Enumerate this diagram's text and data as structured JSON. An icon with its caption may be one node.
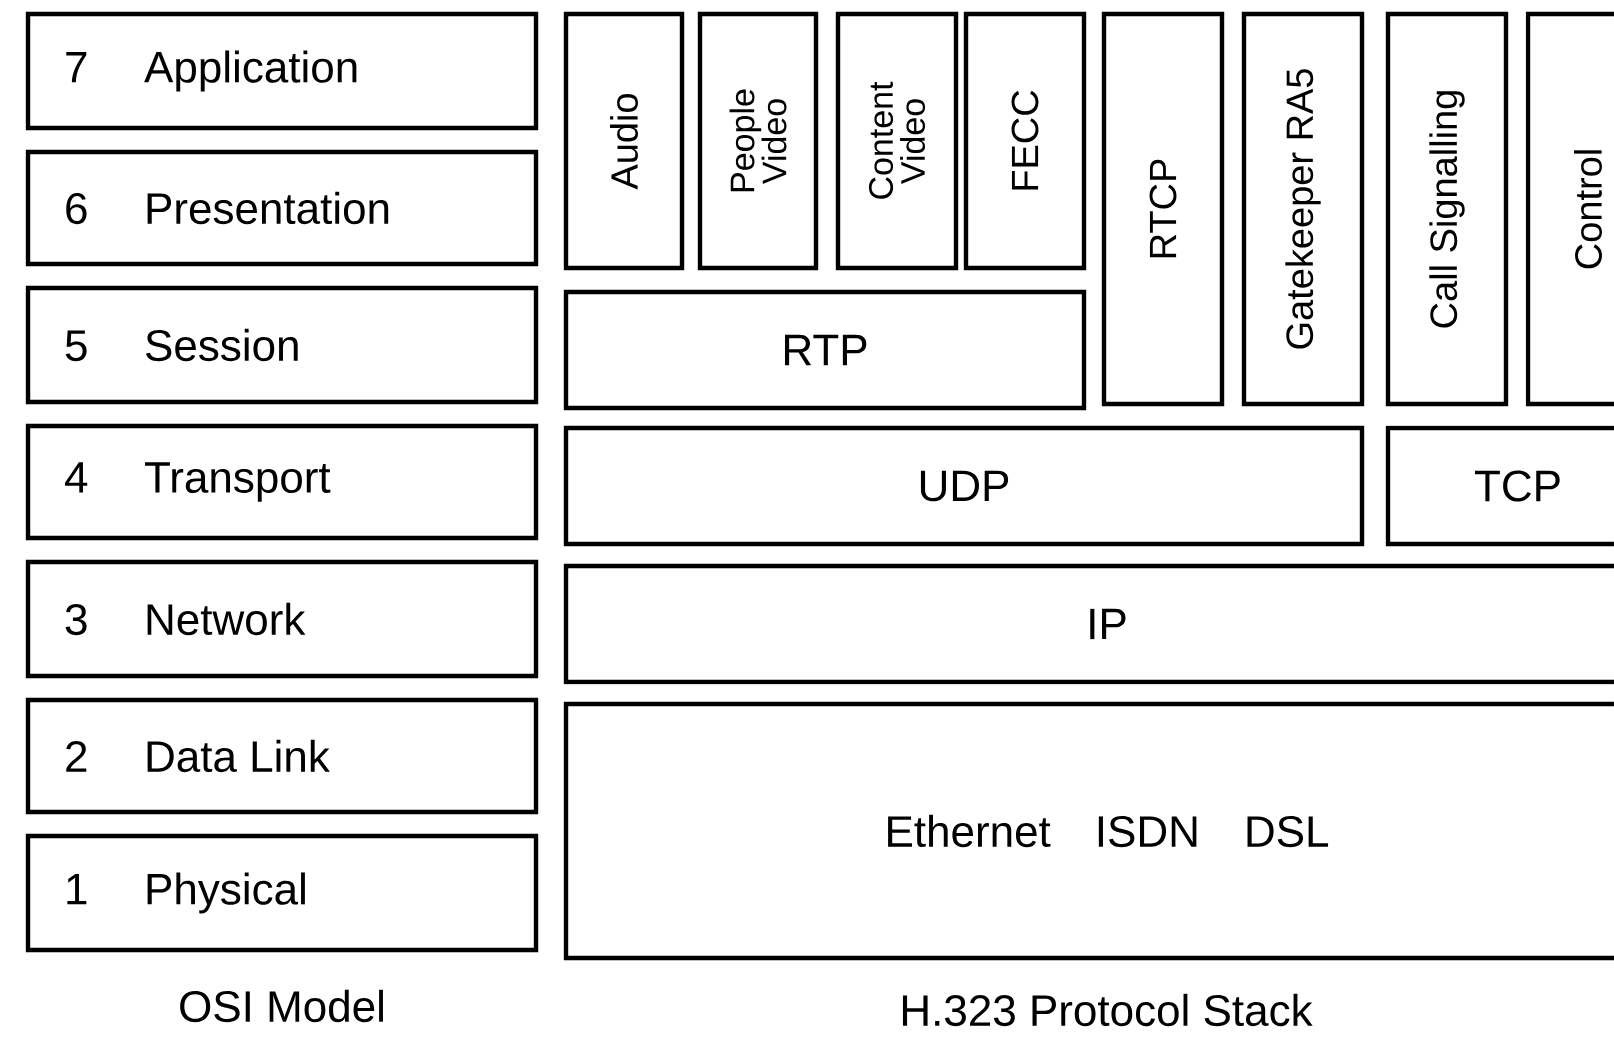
{
  "diagram": {
    "nodes": [
      {
        "text": [
          "7",
          "Application"
        ]
      },
      {
        "text": [
          "6",
          "Presentation"
        ]
      },
      {
        "text": [
          "5",
          "Session"
        ]
      },
      {
        "text": [
          "4",
          "Transport"
        ]
      },
      {
        "text": [
          "3",
          "Network"
        ]
      },
      {
        "text": [
          "2",
          "Data Link"
        ]
      },
      {
        "text": [
          "1",
          "Physical"
        ]
      },
      {
        "text": [
          "Audio"
        ]
      },
      {
        "text": [
          "People Video"
        ]
      },
      {
        "text": [
          "Content Video"
        ]
      },
      {
        "text": [
          "FECC"
        ]
      },
      {
        "text": [
          "RTCP"
        ]
      },
      {
        "text": [
          "Gatekeeper RA5"
        ]
      },
      {
        "text": [
          "Call Signalling"
        ]
      },
      {
        "text": [
          "Control"
        ]
      },
      {
        "text": [
          "RTP"
        ]
      },
      {
        "text": [
          "UDP"
        ]
      },
      {
        "text": [
          "TCP"
        ]
      },
      {
        "text": [
          "IP"
        ]
      },
      {
        "text": [
          "Ethernet",
          "ISDN",
          "DSL"
        ]
      }
    ],
    "labels": [
      "OSI Model",
      "H.323 Protocol Stack"
    ]
  }
}
